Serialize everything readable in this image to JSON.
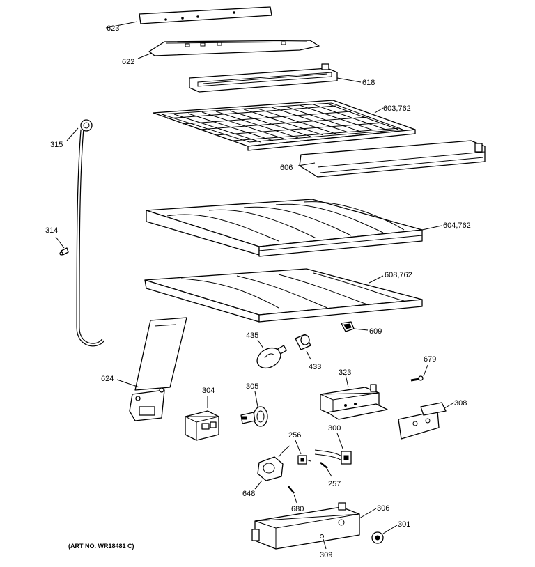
{
  "diagram": {
    "art_number": "(ART NO. WR18481 C)",
    "callouts": [
      {
        "id": "623",
        "text": "623"
      },
      {
        "id": "622",
        "text": "622"
      },
      {
        "id": "618",
        "text": "618"
      },
      {
        "id": "603",
        "text": "603,762"
      },
      {
        "id": "315",
        "text": "315"
      },
      {
        "id": "606",
        "text": "606"
      },
      {
        "id": "314",
        "text": "314"
      },
      {
        "id": "604",
        "text": "604,762"
      },
      {
        "id": "608",
        "text": "608,762"
      },
      {
        "id": "609",
        "text": "609"
      },
      {
        "id": "435",
        "text": "435"
      },
      {
        "id": "433",
        "text": "433"
      },
      {
        "id": "624",
        "text": "624"
      },
      {
        "id": "304",
        "text": "304"
      },
      {
        "id": "305",
        "text": "305"
      },
      {
        "id": "323",
        "text": "323"
      },
      {
        "id": "679",
        "text": "679"
      },
      {
        "id": "308",
        "text": "308"
      },
      {
        "id": "256",
        "text": "256"
      },
      {
        "id": "300",
        "text": "300"
      },
      {
        "id": "257",
        "text": "257"
      },
      {
        "id": "648",
        "text": "648"
      },
      {
        "id": "680",
        "text": "680"
      },
      {
        "id": "306",
        "text": "306"
      },
      {
        "id": "301",
        "text": "301"
      },
      {
        "id": "309",
        "text": "309"
      }
    ]
  }
}
